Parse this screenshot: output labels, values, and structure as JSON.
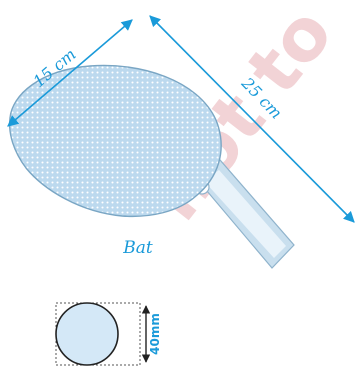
{
  "figure": {
    "caption": "Bat",
    "watermark": "not to",
    "bat_width_label": "15 cm",
    "bat_length_label": "25 cm",
    "ball_diameter_label": "40mm"
  },
  "colors": {
    "dimension_line": "#1a9ad9",
    "label_text": "#1a9ad9",
    "bat_fill": "#bcd9ee",
    "bat_dots": "#ffffff",
    "bat_outline": "#7aa6c4",
    "ball_fill": "#d4e8f7",
    "ball_outline": "#222222",
    "watermark": "#f2d3d6"
  }
}
